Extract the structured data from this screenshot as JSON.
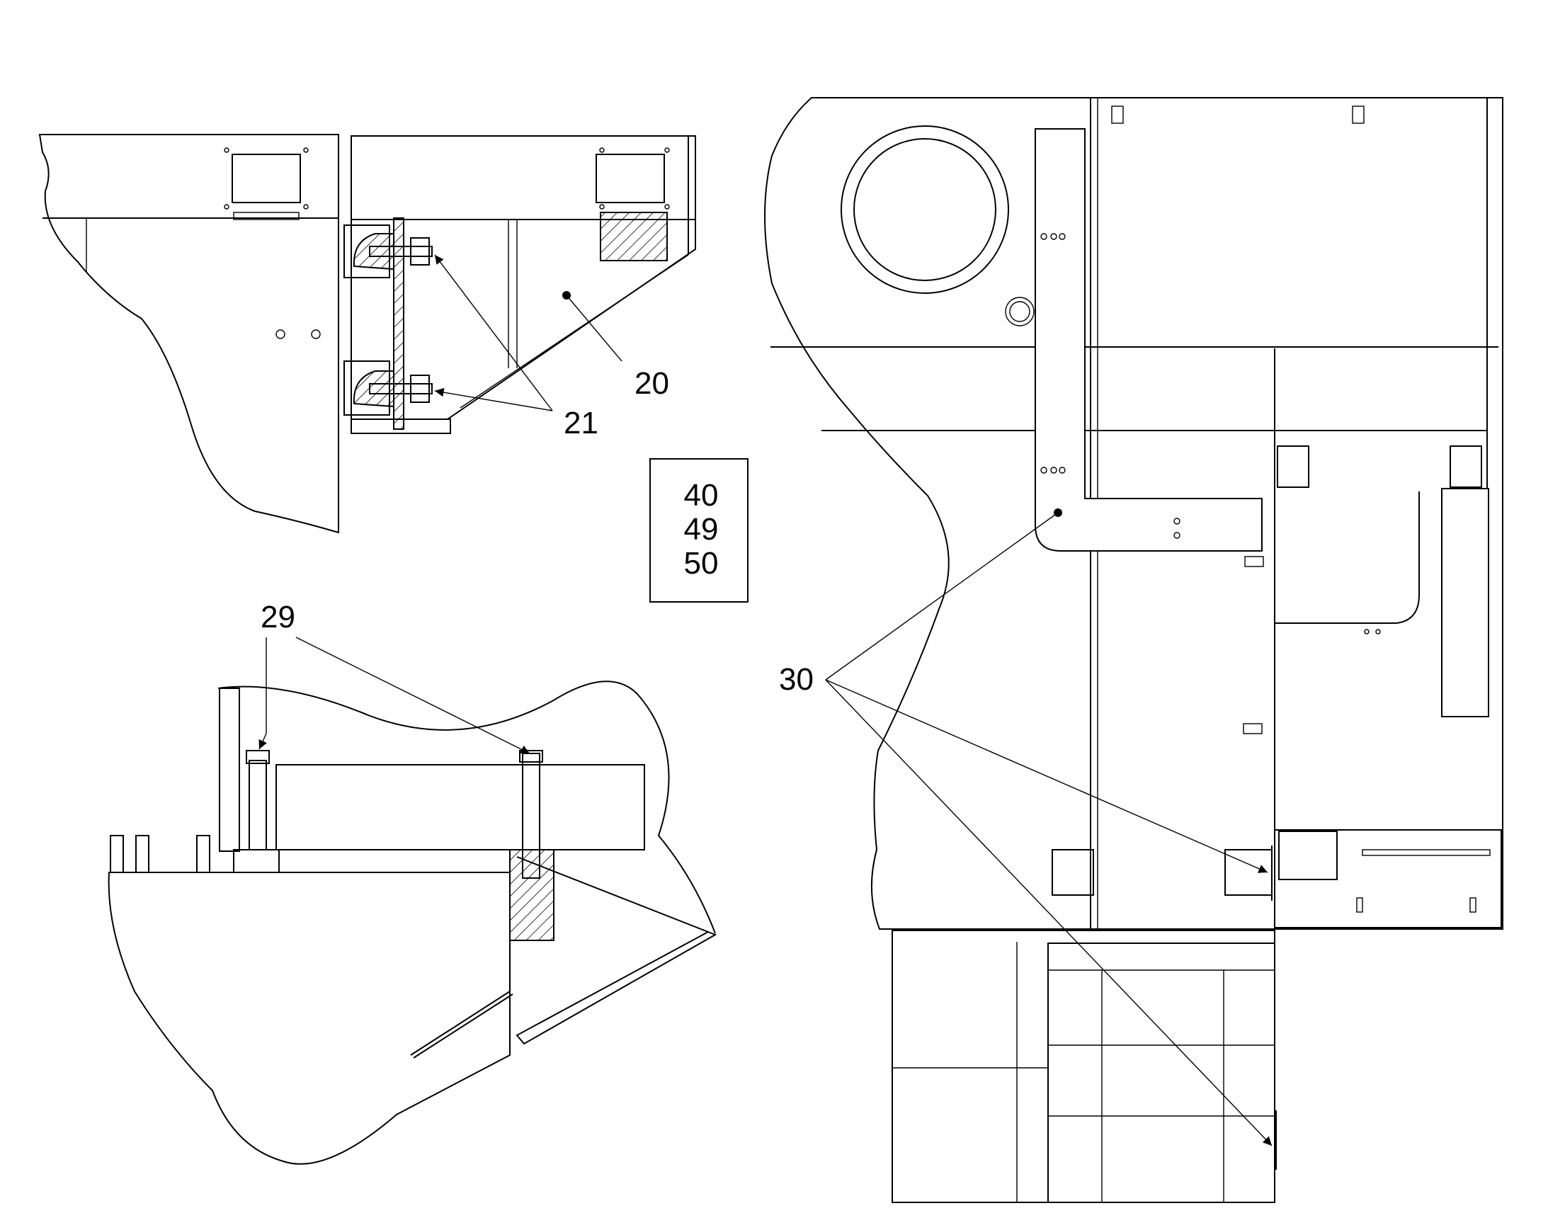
{
  "callouts": {
    "c20": "20",
    "c21": "21",
    "c29": "29",
    "c30": "30"
  },
  "reference_box": {
    "line1": "40",
    "line2": "49",
    "line3": "50"
  }
}
